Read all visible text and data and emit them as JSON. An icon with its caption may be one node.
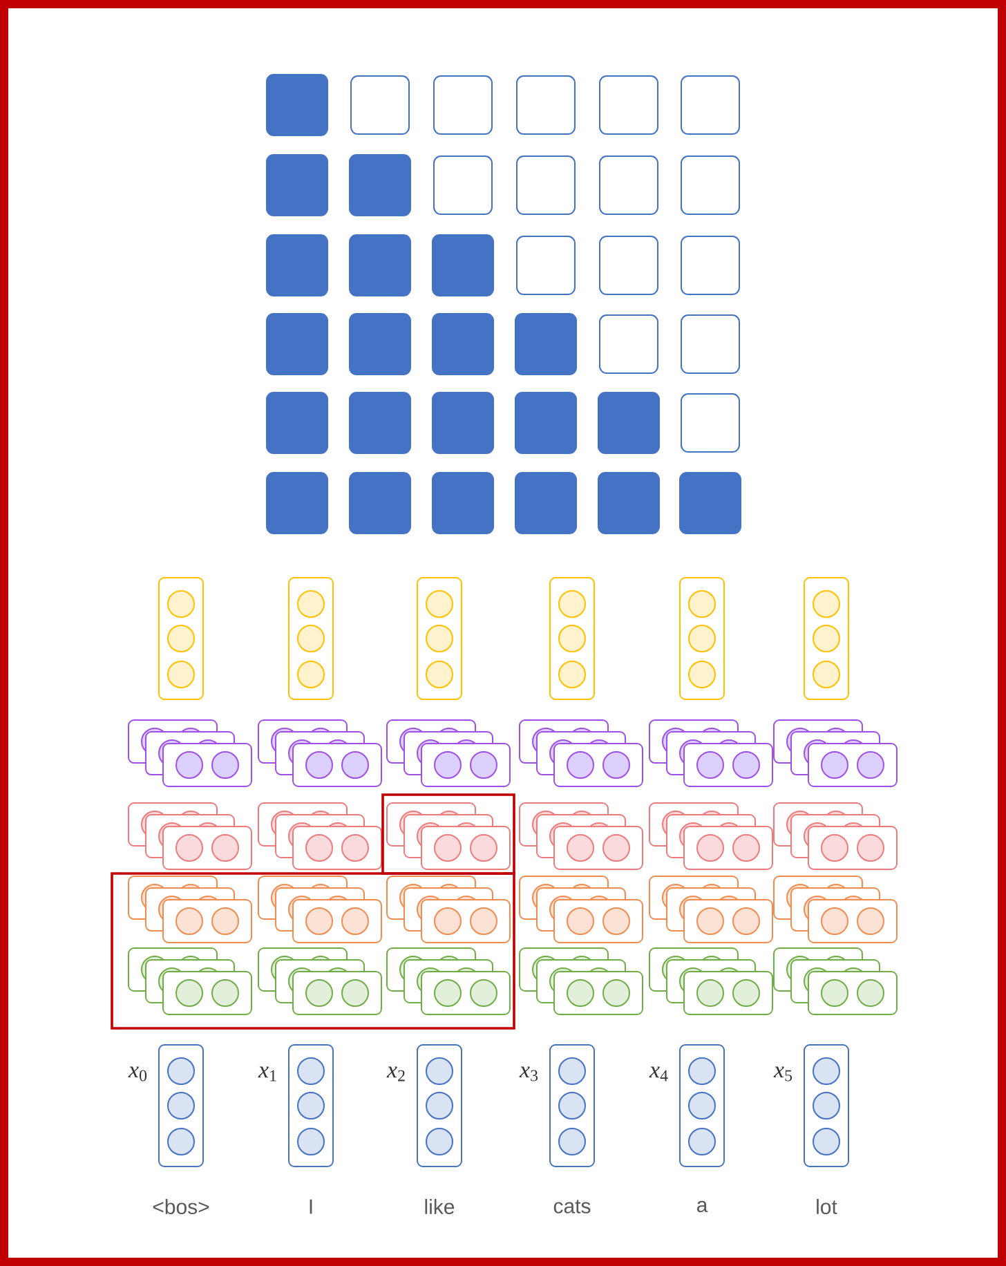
{
  "diagram": {
    "labels": [
      "*x*$_{0}$",
      "*x*$_{1}$",
      "*x*$_{2}$",
      "*x*$_{3}$",
      "*x*$_{4}$",
      "*x*$_{5}$",
      "<bos>",
      "I",
      "like",
      "cats",
      "a",
      "lot"
    ]
  }
}
